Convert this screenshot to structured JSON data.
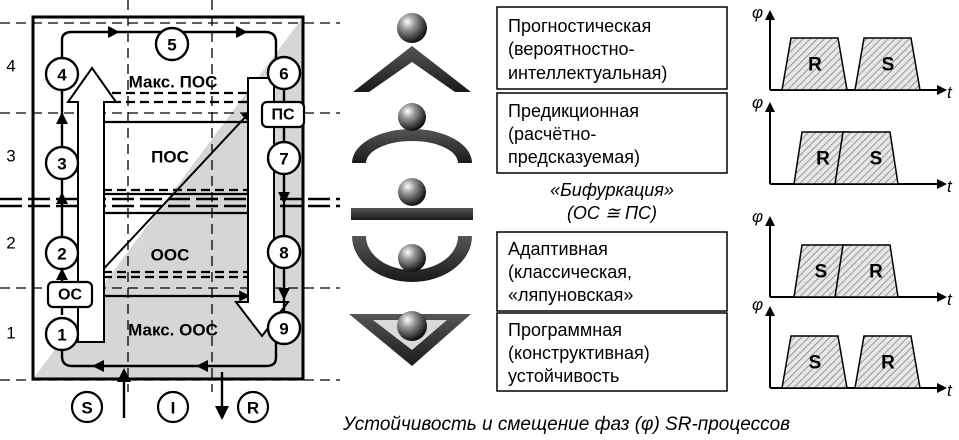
{
  "levels": [
    "1",
    "2",
    "3",
    "4"
  ],
  "nodes": [
    "1",
    "2",
    "3",
    "4",
    "5",
    "6",
    "7",
    "8",
    "9"
  ],
  "boxes": {
    "os": "ОС",
    "ps": "ПС"
  },
  "regions": {
    "max_pos": "Макс. ПОС",
    "pos": "ПОС",
    "oos": "ООС",
    "max_oos": "Макс. ООС"
  },
  "inputs": {
    "s": "S",
    "i": "I",
    "r": "R"
  },
  "stability_types": [
    {
      "lines": [
        "Прогностическая",
        "(вероятностно-",
        "интеллектуальная)"
      ]
    },
    {
      "lines": [
        "Предикционная",
        "(расчётно-",
        "предсказуемая)"
      ]
    },
    {
      "lines": [
        "Адаптивная",
        "(классическая,",
        "«ляпуновская»"
      ]
    },
    {
      "lines": [
        "Программная",
        "(конструктивная)",
        "устойчивость"
      ]
    }
  ],
  "bifurcation": [
    "«Бифуркация»",
    "(ОС ≅ ПС)"
  ],
  "phase_axes": {
    "y": "φ",
    "x": "t"
  },
  "phase_plots": [
    [
      "R",
      "S"
    ],
    [
      "R",
      "S"
    ],
    [
      "S",
      "R"
    ],
    [
      "S",
      "R"
    ]
  ],
  "caption": "Устойчивость и смещение фаз (φ) SR-процессов"
}
